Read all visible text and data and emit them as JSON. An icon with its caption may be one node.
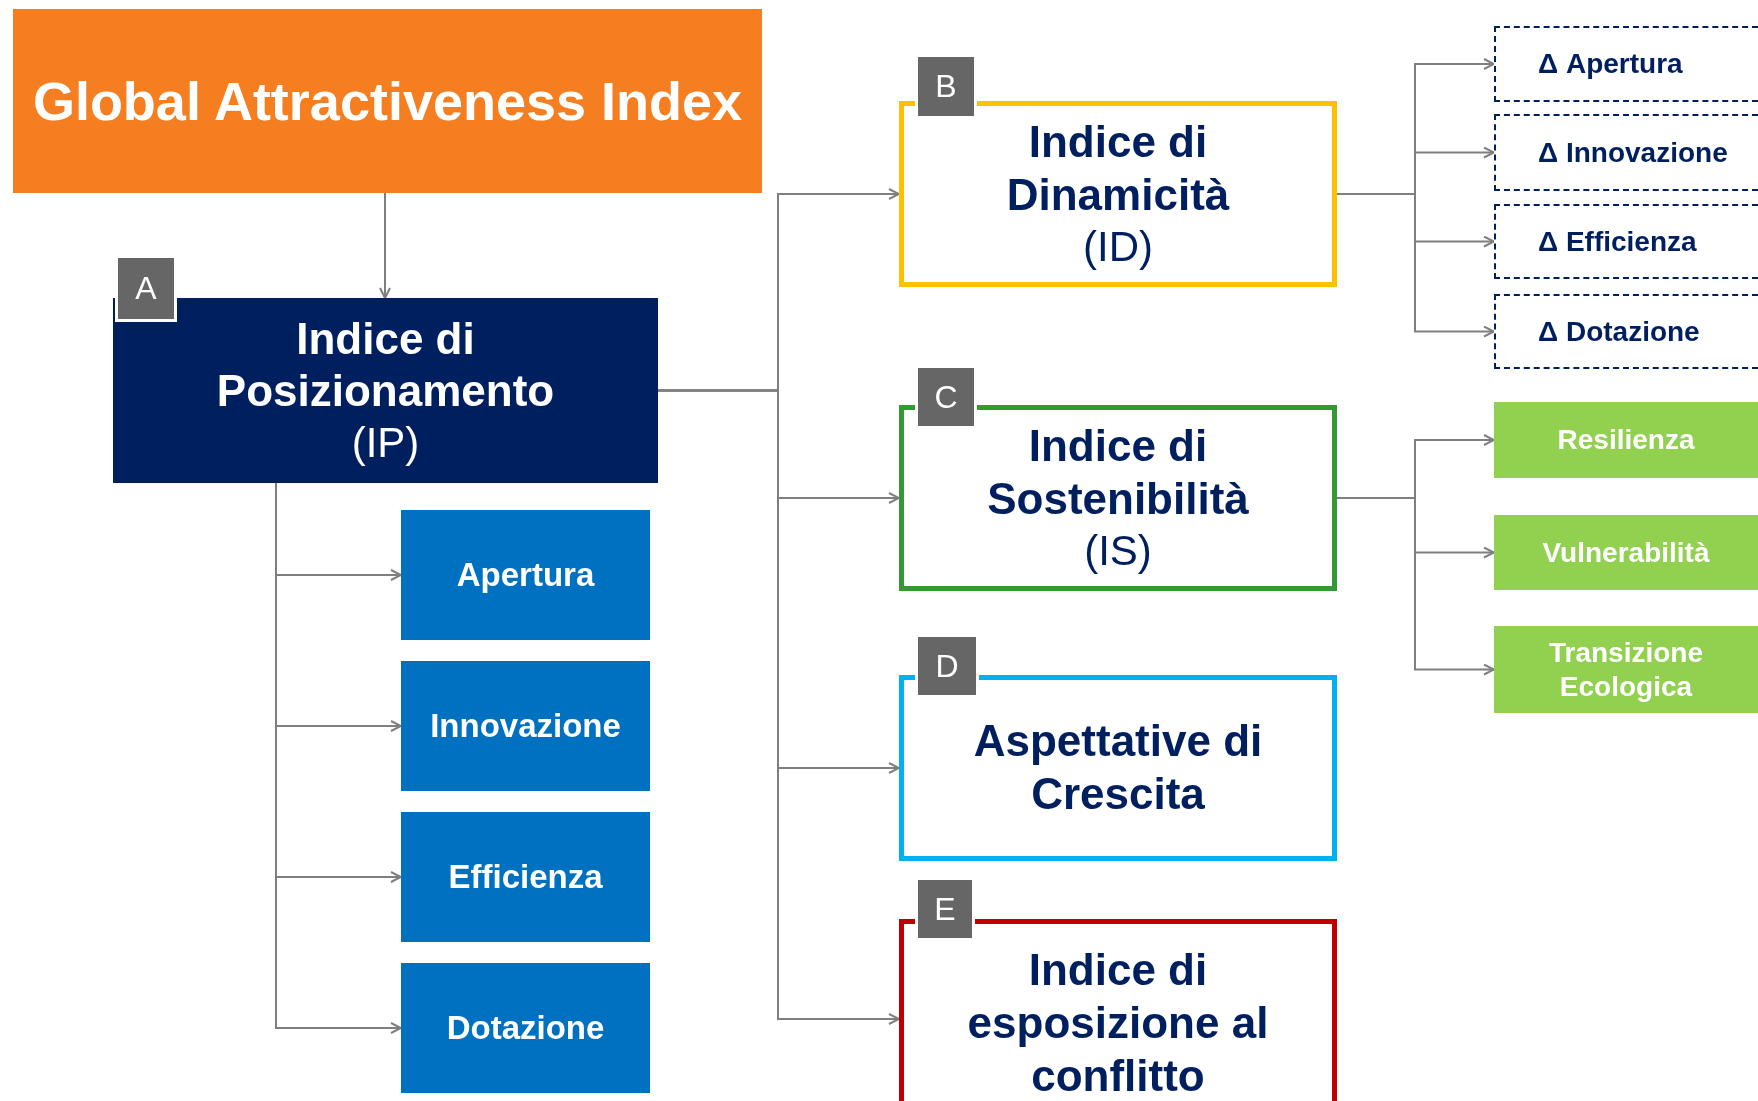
{
  "diagram": {
    "nodes": [
      {
        "text": [
          "Global Attractiveness Index"
        ]
      },
      {
        "text": [
          "A"
        ]
      },
      {
        "text": [
          "Indice di Posizionamento",
          "(IP)"
        ]
      },
      {
        "text": [
          "Apertura"
        ]
      },
      {
        "text": [
          "Innovazione"
        ]
      },
      {
        "text": [
          "Efficienza"
        ]
      },
      {
        "text": [
          "Dotazione"
        ]
      },
      {
        "text": [
          "B"
        ]
      },
      {
        "text": [
          "Indice di Dinamicità",
          "(ID)"
        ]
      },
      {
        "text": [
          "Δ Apertura"
        ]
      },
      {
        "text": [
          "Δ Innovazione"
        ]
      },
      {
        "text": [
          "Δ Efficienza"
        ]
      },
      {
        "text": [
          "Δ Dotazione"
        ]
      },
      {
        "text": [
          "C"
        ]
      },
      {
        "text": [
          "Indice di Sostenibilità",
          "(IS)"
        ]
      },
      {
        "text": [
          "Resilienza"
        ]
      },
      {
        "text": [
          "Vulnerabilità"
        ]
      },
      {
        "text": [
          "Transizione Ecologica"
        ]
      },
      {
        "text": [
          "D"
        ]
      },
      {
        "text": [
          "Aspettative di Crescita"
        ]
      },
      {
        "text": [
          "E"
        ]
      },
      {
        "text": [
          "Indice di esposizione al conflitto"
        ]
      }
    ],
    "edges": [
      {
        "from": 0,
        "to": 2,
        "arrow": "to"
      },
      {
        "from": 2,
        "to": 3,
        "arrow": "to"
      },
      {
        "from": 2,
        "to": 4,
        "arrow": "to"
      },
      {
        "from": 2,
        "to": 5,
        "arrow": "to"
      },
      {
        "from": 2,
        "to": 6,
        "arrow": "to"
      },
      {
        "from": 2,
        "to": 8,
        "arrow": "to"
      },
      {
        "from": 2,
        "to": 14,
        "arrow": "to"
      },
      {
        "from": 2,
        "to": 19,
        "arrow": "to"
      },
      {
        "from": 2,
        "to": 21,
        "arrow": "to"
      },
      {
        "from": 8,
        "to": 9,
        "arrow": "to"
      },
      {
        "from": 8,
        "to": 10,
        "arrow": "to"
      },
      {
        "from": 8,
        "to": 11,
        "arrow": "to"
      },
      {
        "from": 8,
        "to": 12,
        "arrow": "to"
      },
      {
        "from": 14,
        "to": 15,
        "arrow": "to"
      },
      {
        "from": 14,
        "to": 16,
        "arrow": "to"
      },
      {
        "from": 14,
        "to": 17,
        "arrow": "to"
      }
    ]
  }
}
